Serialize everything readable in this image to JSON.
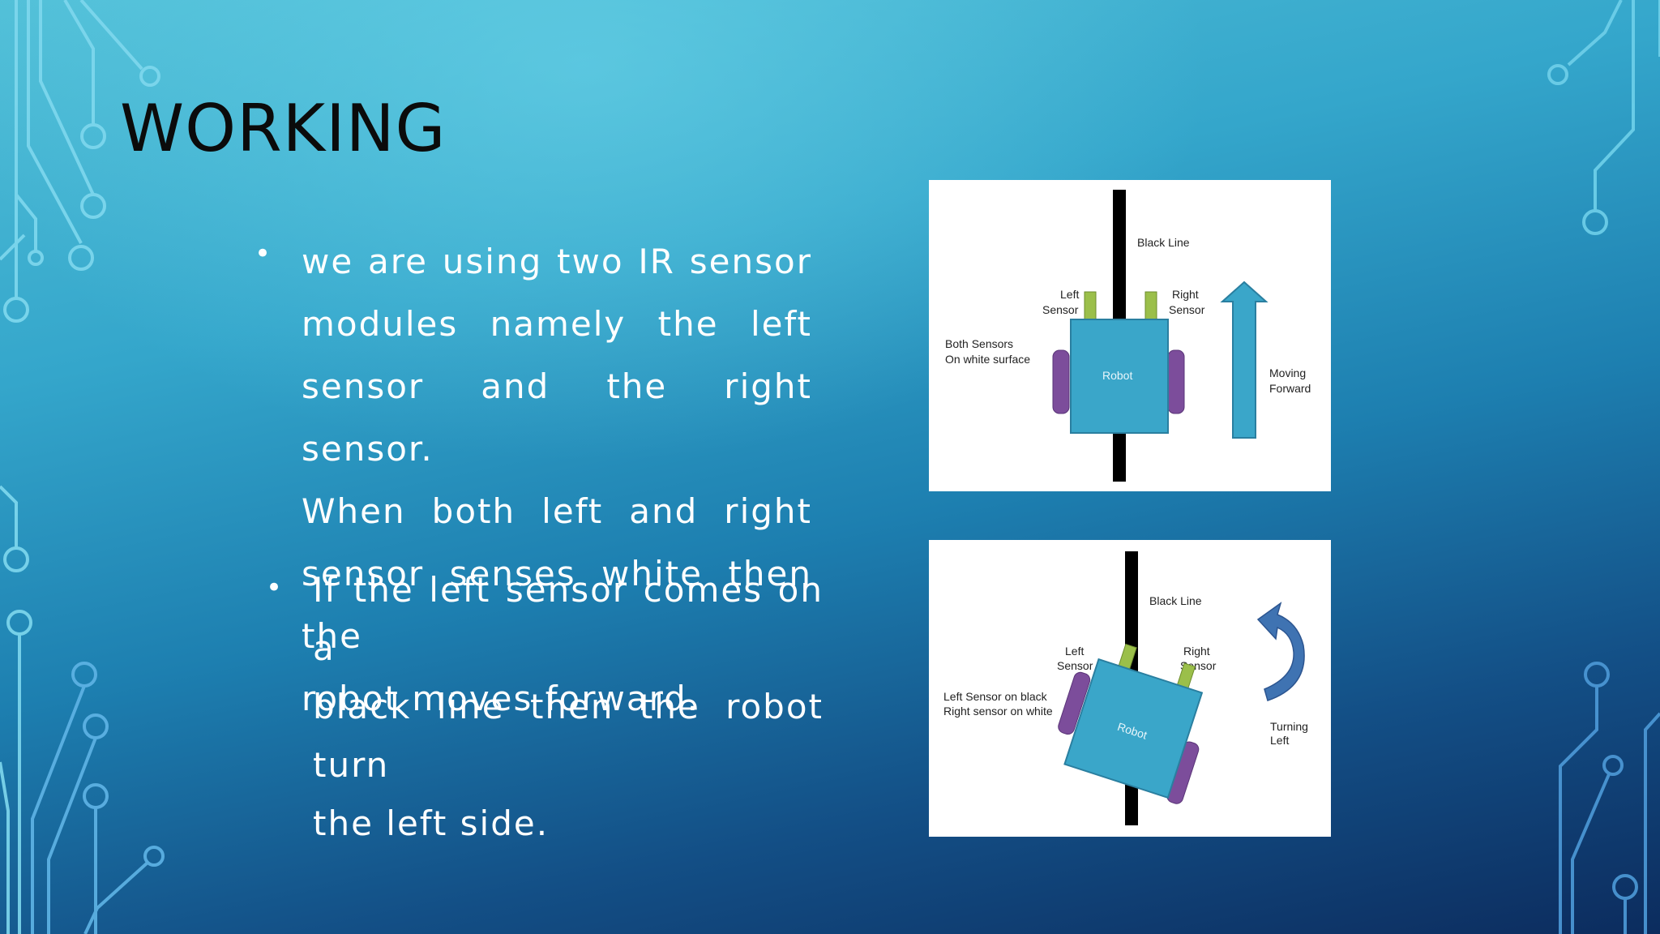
{
  "slide": {
    "title": "WORKING",
    "bullets": [
      {
        "lines": [
          "we are using two IR sensor",
          "modules namely the left",
          "sensor and the right sensor.",
          "When both left and right",
          "sensor senses white then the",
          "robot moves forward."
        ]
      },
      {
        "lines": [
          "If the left sensor comes on a",
          "black line then the robot turn",
          "the left side."
        ]
      }
    ]
  },
  "figure1": {
    "black_line": "Black Line",
    "left_sensor": [
      "Left",
      "Sensor"
    ],
    "right_sensor": [
      "Right",
      "Sensor"
    ],
    "note": [
      "Both Sensors",
      "On white surface"
    ],
    "robot": "Robot",
    "action": [
      "Moving",
      "Forward"
    ]
  },
  "figure2": {
    "black_line": "Black Line",
    "left_sensor": [
      "Left",
      "Sensor"
    ],
    "right_sensor": [
      "Right",
      "Sensor"
    ],
    "note": [
      "Left Sensor on black",
      "Right sensor on white"
    ],
    "robot": "Robot",
    "action": [
      "Turning",
      "Left"
    ]
  },
  "colors": {
    "robot_body": "#3aa6c9",
    "sensor": "#9bbf4a",
    "wheel": "#7c4d9b",
    "arrow": "#3aa6c9",
    "turn_arrow": "#3f73b2"
  }
}
